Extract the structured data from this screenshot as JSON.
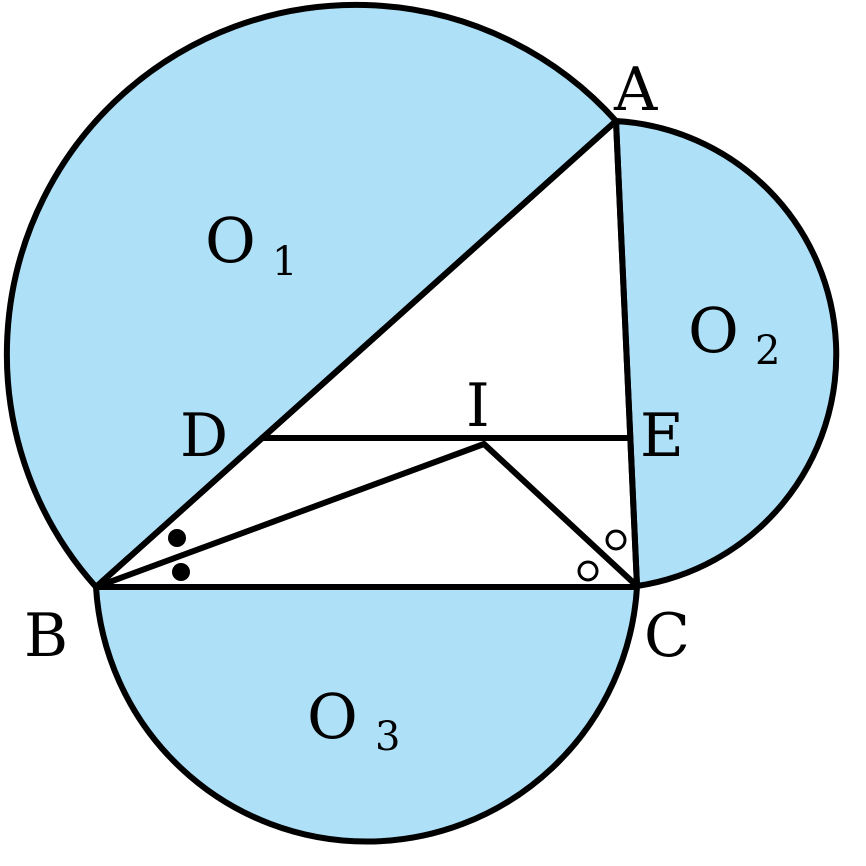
{
  "colors": {
    "fill": "#aee0f8",
    "stroke": "#000000",
    "background": "#ffffff"
  },
  "points": {
    "A": "A",
    "B": "B",
    "C": "C",
    "D": "D",
    "E": "E",
    "I": "I"
  },
  "circles": {
    "O1": {
      "main": "O",
      "sub": "1"
    },
    "O2": {
      "main": "O",
      "sub": "2"
    },
    "O3": {
      "main": "O",
      "sub": "3"
    }
  },
  "angle_marks": {
    "at_B": "filled-dots",
    "at_C": "hollow-circles"
  }
}
